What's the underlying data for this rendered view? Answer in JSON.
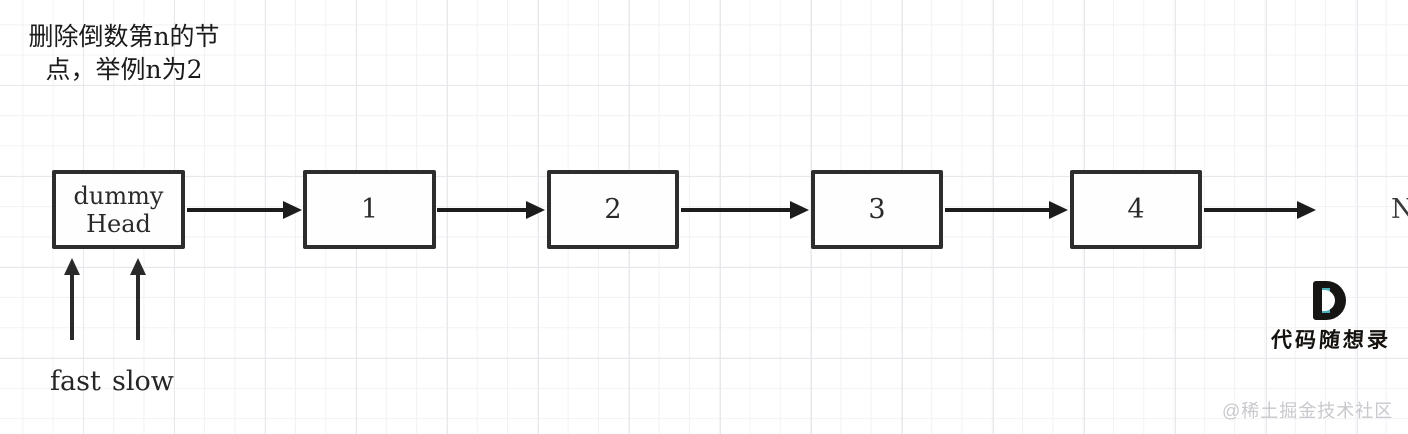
{
  "title": {
    "line1": "删除倒数第n的节",
    "line2": "点，举例n为2"
  },
  "diagram": {
    "nodes": [
      {
        "line1": "dummy",
        "line2": "Head"
      },
      {
        "label": "1"
      },
      {
        "label": "2"
      },
      {
        "label": "3"
      },
      {
        "label": "4"
      }
    ],
    "tail_label": "N",
    "pointers": [
      {
        "label": "fast"
      },
      {
        "label": "slow"
      }
    ]
  },
  "logo": {
    "mark": "D",
    "text": "代码随想录",
    "accent_color": "#4fb0ba",
    "mark_color": "#171513"
  },
  "watermark": "@稀土掘金技术社区",
  "colors": {
    "node_border": "#2d2d2d",
    "arrow": "#1c1c1c",
    "grid_line": "#e7e7ec",
    "watermark_text": "#c8c8cd"
  }
}
